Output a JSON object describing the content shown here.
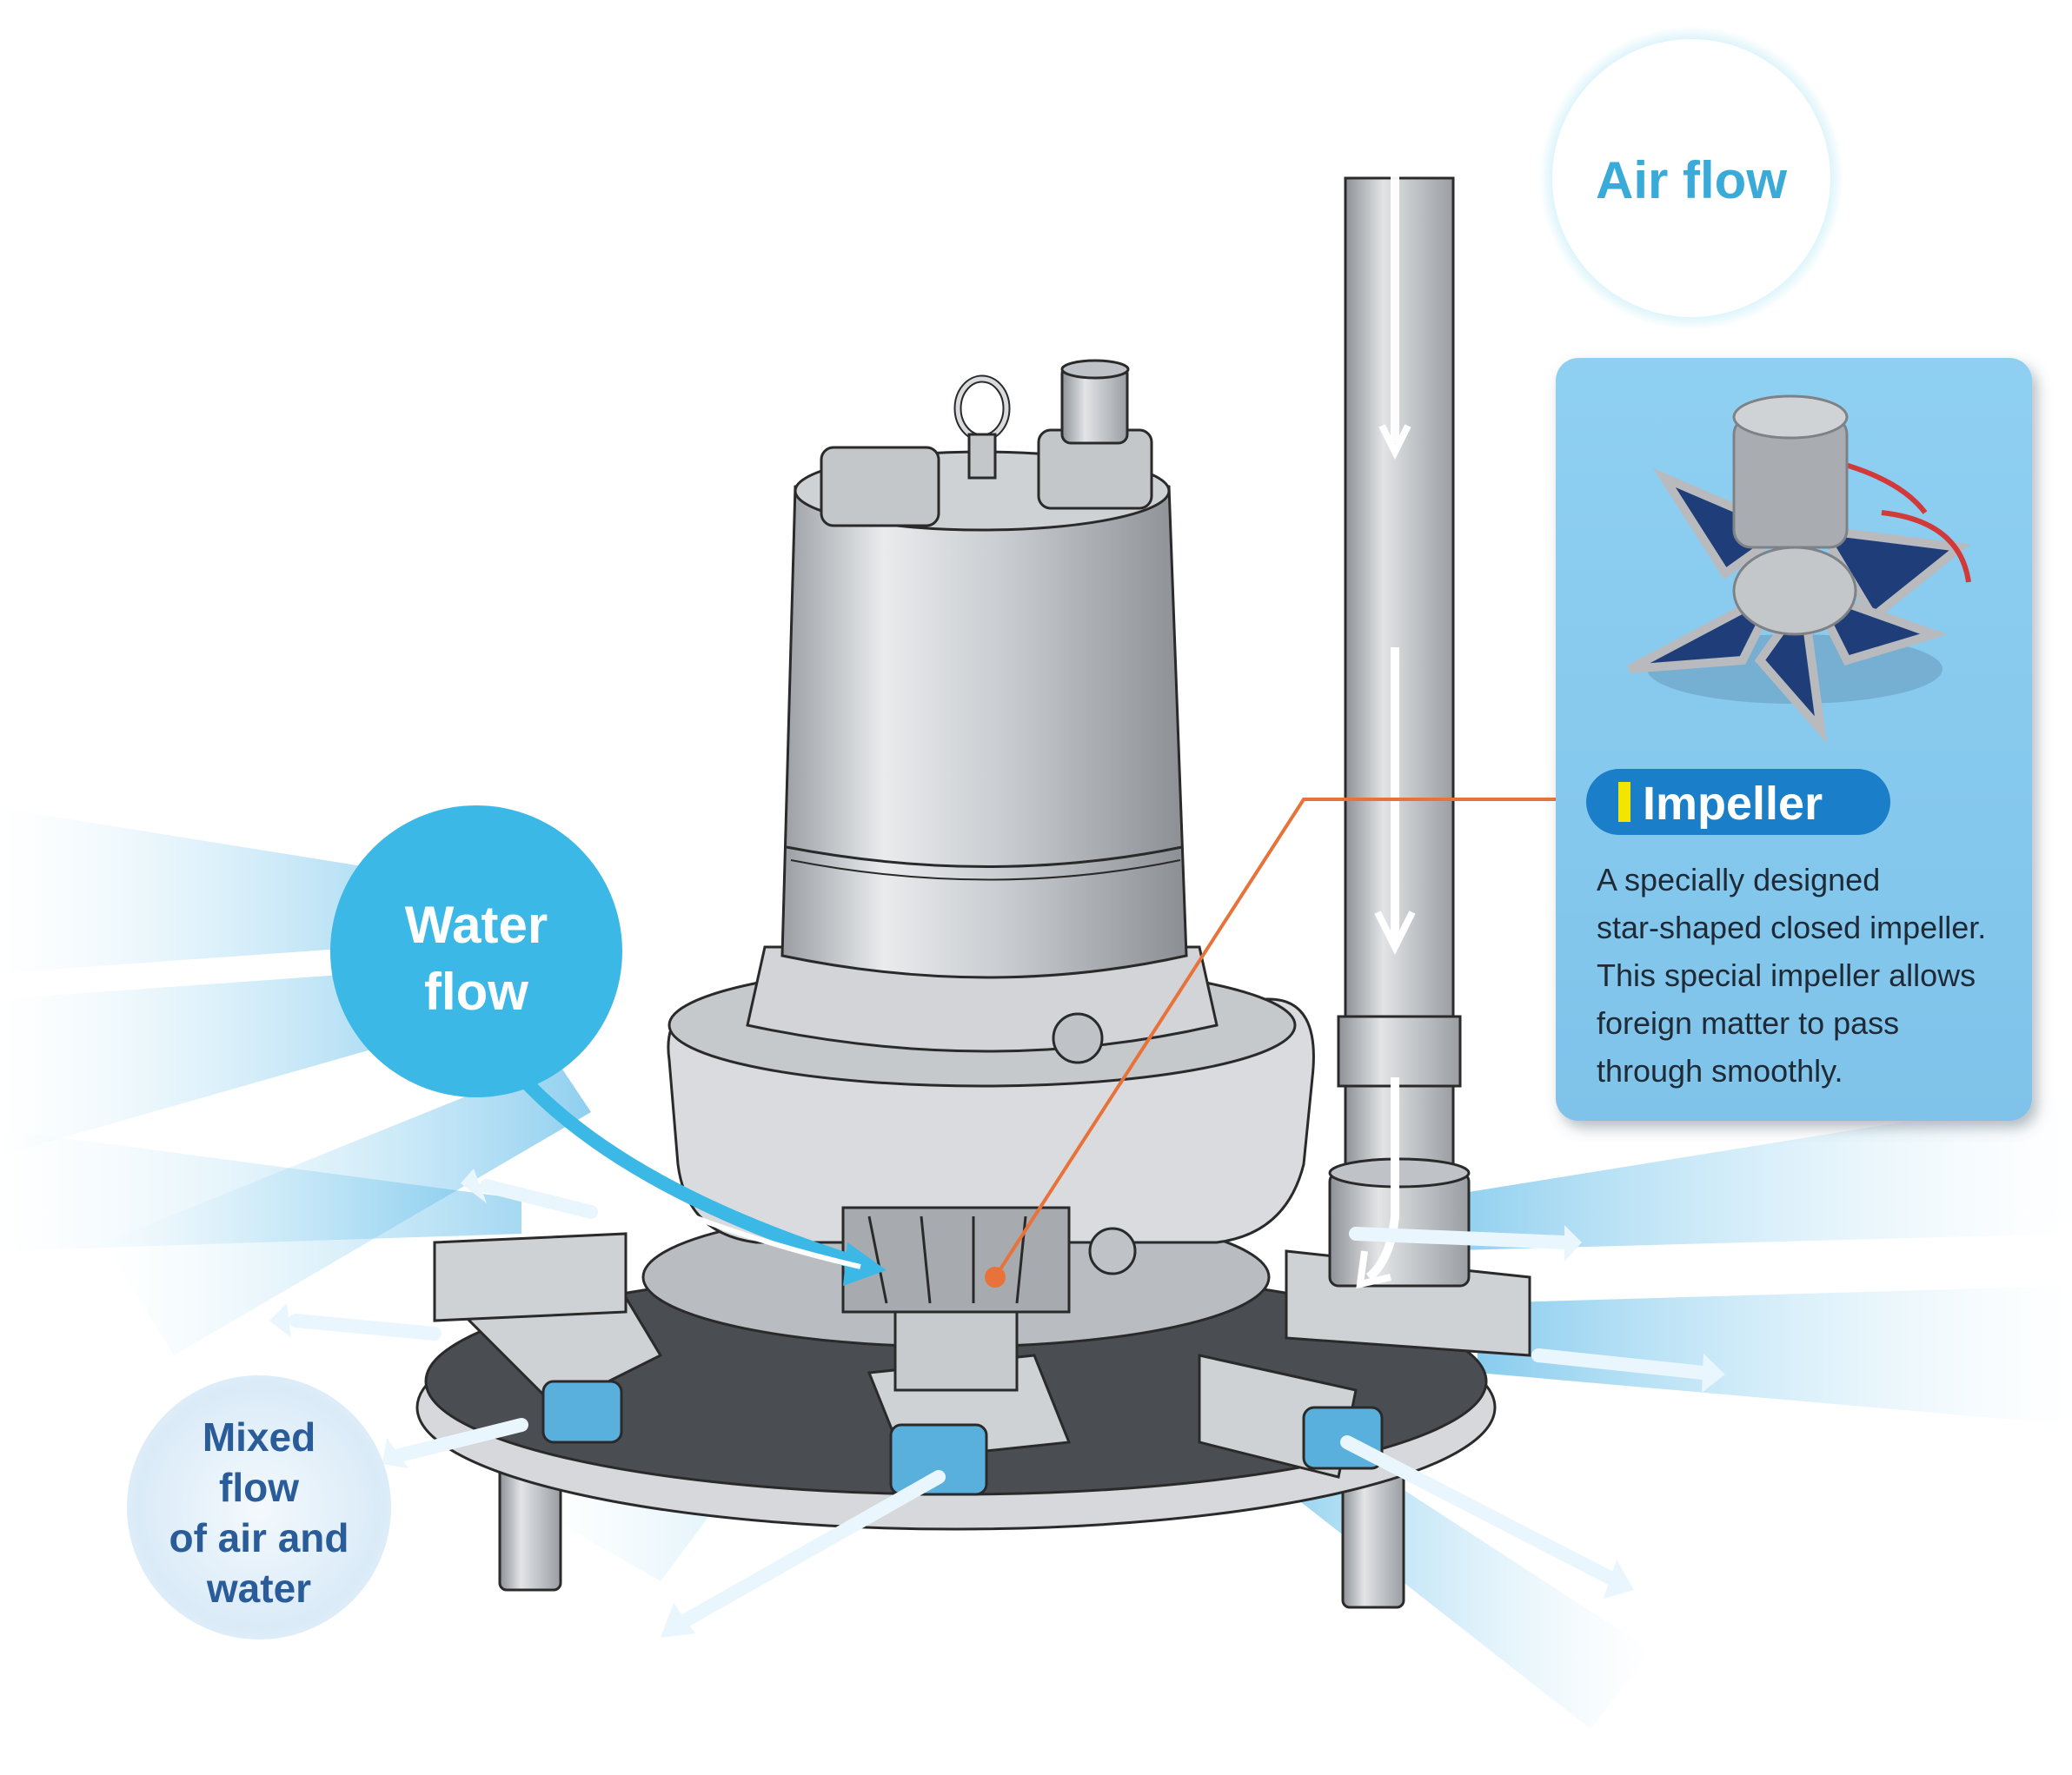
{
  "labels": {
    "air_flow": "Air flow",
    "water_flow": [
      "Water",
      "flow"
    ],
    "mixed_flow": [
      "Mixed",
      "flow",
      "of air and",
      "water"
    ]
  },
  "impeller_callout": {
    "title": "Impeller",
    "description_lines": [
      "A specially designed",
      "star-shaped closed impeller.",
      "This special impeller allows",
      "foreign matter to pass",
      "through smoothly."
    ]
  },
  "colors": {
    "water_blue": "#3bb8e6",
    "air_ring": "#9fe1f2",
    "air_text": "#3aaad8",
    "mixed_bg": "#e6f2fb",
    "mixed_text": "#2a5c9a",
    "callout_panel": "#85c9ee",
    "callout_pill": "#1a7ec8",
    "callout_marker": "#f4e500",
    "leader_line": "#e8733a",
    "jet_blue": "#6cc3ec"
  }
}
